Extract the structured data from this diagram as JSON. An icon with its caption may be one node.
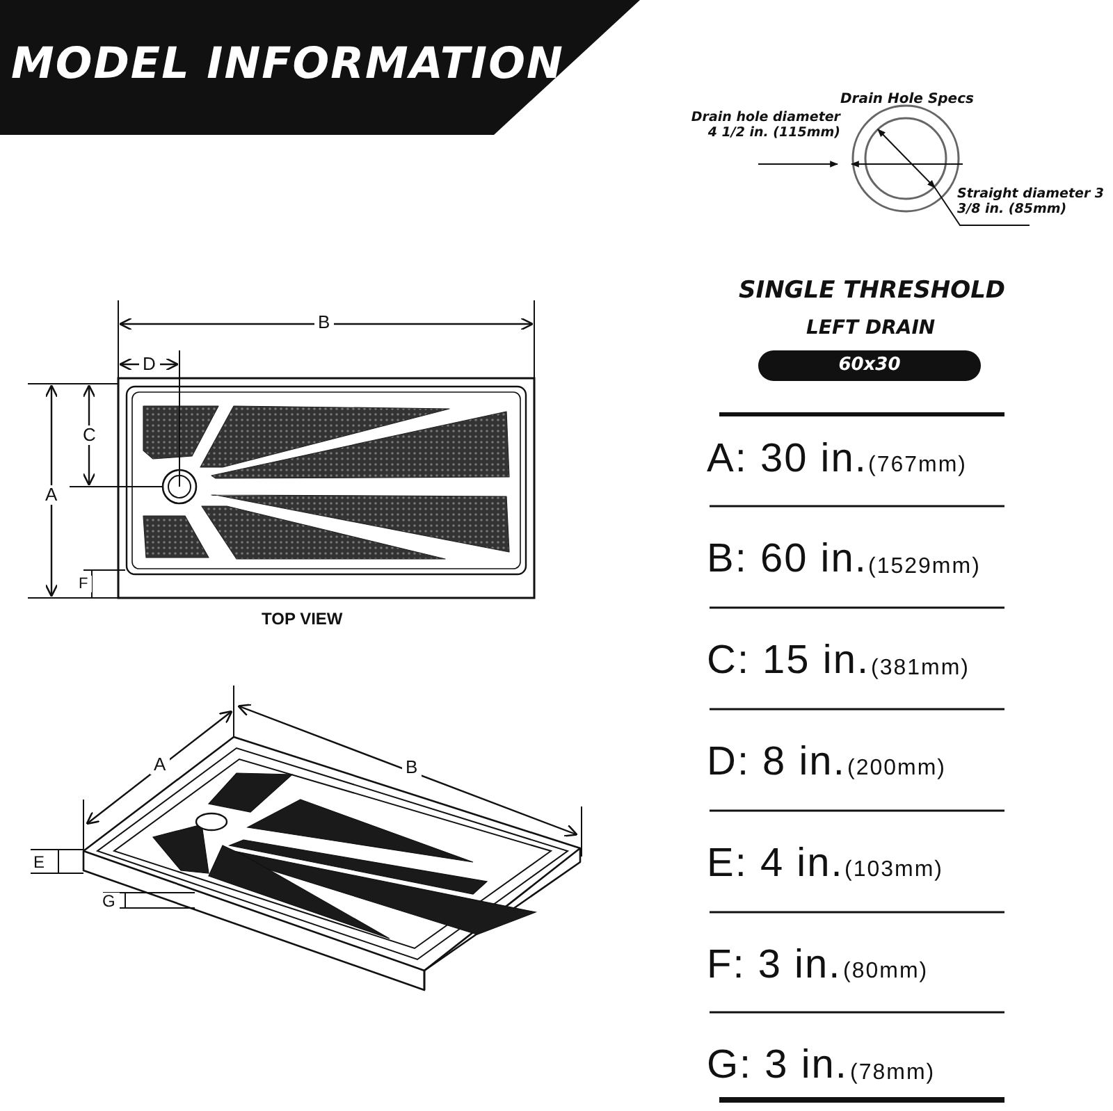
{
  "diagram": {
    "title": "MODEL INFORMATION",
    "labels": [
      "Drain Hole Specs",
      "Drain hole diameter 4 1/2 in. (115mm)",
      "Straight diameter 3 3/8 in. (85mm)",
      "SINGLE THRESHOLD",
      "LEFT DRAIN",
      "60x30",
      "B",
      "D",
      "C",
      "A",
      "F",
      "TOP VIEW",
      "A",
      "B",
      "E",
      "G",
      "A: 30 in.",
      "(767mm)",
      "B: 60 in.",
      "(1529mm)",
      "C: 15 in.",
      "(381mm)",
      "D: 8 in.",
      "(200mm)",
      "E: 4 in.",
      "(103mm)",
      "F: 3 in.",
      "(80mm)",
      "G: 3 in.",
      "(78mm)"
    ]
  }
}
